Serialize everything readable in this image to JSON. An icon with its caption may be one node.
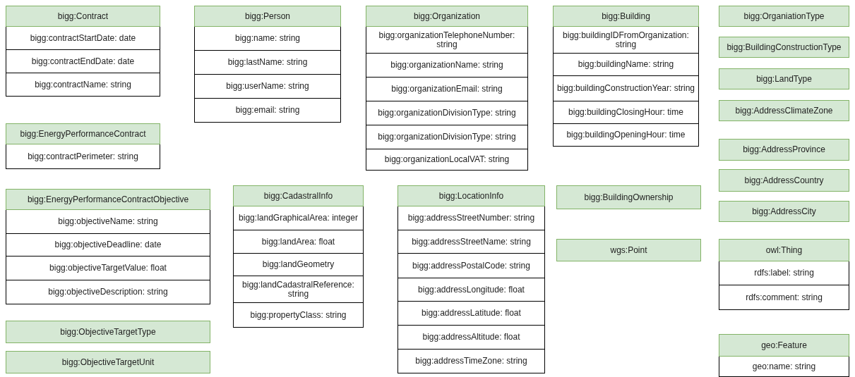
{
  "diagram": {
    "nodes": [
      {
        "text": [
          "bigg:Contract",
          "bigg:contractStartDate: date",
          "bigg:contractEndDate: date",
          "bigg:contractName: string"
        ]
      },
      {
        "text": [
          "bigg:Person",
          "bigg:name: string",
          "bigg:lastName: string",
          "bigg:userName: string",
          "bigg:email: string"
        ]
      },
      {
        "text": [
          "bigg:Organization",
          "bigg:organizationTelephoneNumber: string",
          "bigg:organizationName: string",
          "bigg:organizationEmail: string",
          "bigg:organizationDivisionType: string",
          "bigg:organizationDivisionType: string",
          "bigg:organizationLocalVAT: string"
        ]
      },
      {
        "text": [
          "bigg:Building",
          "bigg:buildingIDFromOrganization: string",
          "bigg:buildingName: string",
          "bigg:buildingConstructionYear: string",
          "bigg:buildingClosingHour: time",
          "bigg:buildingOpeningHour: time"
        ]
      },
      {
        "text": [
          "bigg:OrganiationType"
        ]
      },
      {
        "text": [
          "bigg:BuildingConstructionType"
        ]
      },
      {
        "text": [
          "bigg:LandType"
        ]
      },
      {
        "text": [
          "bigg:AddressClimateZone"
        ]
      },
      {
        "text": [
          "bigg:EnergyPerformanceContract",
          "bigg:contractPerimeter: string"
        ]
      },
      {
        "text": [
          "bigg:AddressProvince"
        ]
      },
      {
        "text": [
          "bigg:AddressCountry"
        ]
      },
      {
        "text": [
          "bigg:EnergyPerformanceContractObjective",
          "bigg:objectiveName: string",
          "bigg:objectiveDeadline: date",
          "bigg:objectiveTargetValue: float",
          "bigg:objectiveDescription: string"
        ]
      },
      {
        "text": [
          "bigg:CadastralInfo",
          "bigg:landGraphicalArea: integer",
          "bigg:landArea: float",
          "bigg:landGeometry",
          "bigg:landCadastralReference: string",
          "bigg:propertyClass: string"
        ]
      },
      {
        "text": [
          "bigg:LocationInfo",
          "bigg:addressStreetNumber: string",
          "bigg:addressStreetName: string",
          "bigg:addressPostalCode: string",
          "bigg:addressLongitude: float",
          "bigg:addressLatitude: float",
          "bigg:addressAltitude: float",
          "bigg:addressTimeZone: string"
        ]
      },
      {
        "text": [
          "bigg:BuildingOwnership"
        ]
      },
      {
        "text": [
          "bigg:AddressCity"
        ]
      },
      {
        "text": [
          "wgs:Point"
        ]
      },
      {
        "text": [
          "owl:Thing",
          "rdfs:label: string",
          "rdfs:comment: string"
        ]
      },
      {
        "text": [
          "bigg:ObjectiveTargetType"
        ]
      },
      {
        "text": [
          "geo:Feature",
          "geo:name: string"
        ]
      },
      {
        "text": [
          "bigg:ObjectiveTargetUnit"
        ]
      }
    ]
  }
}
